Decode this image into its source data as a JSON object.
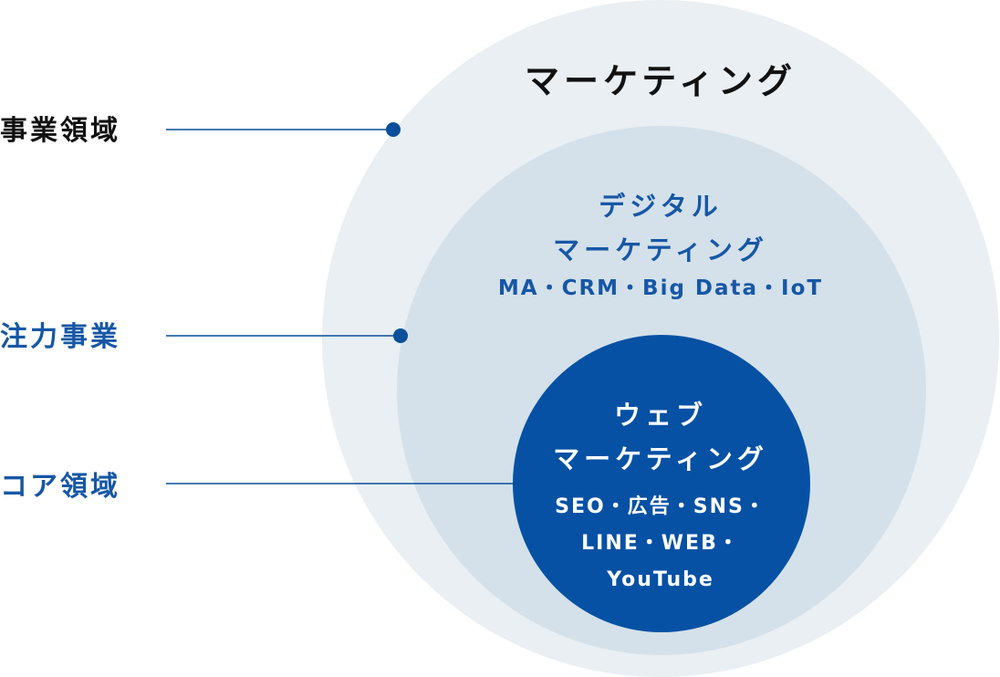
{
  "diagram": {
    "outer": {
      "title": "マーケティング"
    },
    "middle": {
      "title_lines": [
        "デジタル",
        "マーケティング"
      ],
      "subtitle": "MA・CRM・Big Data・IoT"
    },
    "inner": {
      "title_lines": [
        "ウェブ",
        "マーケティング"
      ],
      "subtitle_lines": [
        "SEO・広告・SNS・",
        "LINE・WEB・",
        "YouTube"
      ]
    },
    "labels": {
      "business_area": "事業領域",
      "focus_business": "注力事業",
      "core_area": "コア領域"
    }
  },
  "colors": {
    "outer_fill": "#e9eff3",
    "middle_fill": "#d4e1ea",
    "inner_fill": "#0651a4",
    "accent_blue": "#1657a6",
    "connector": "#0a4f9a",
    "dark_text": "#111111"
  }
}
